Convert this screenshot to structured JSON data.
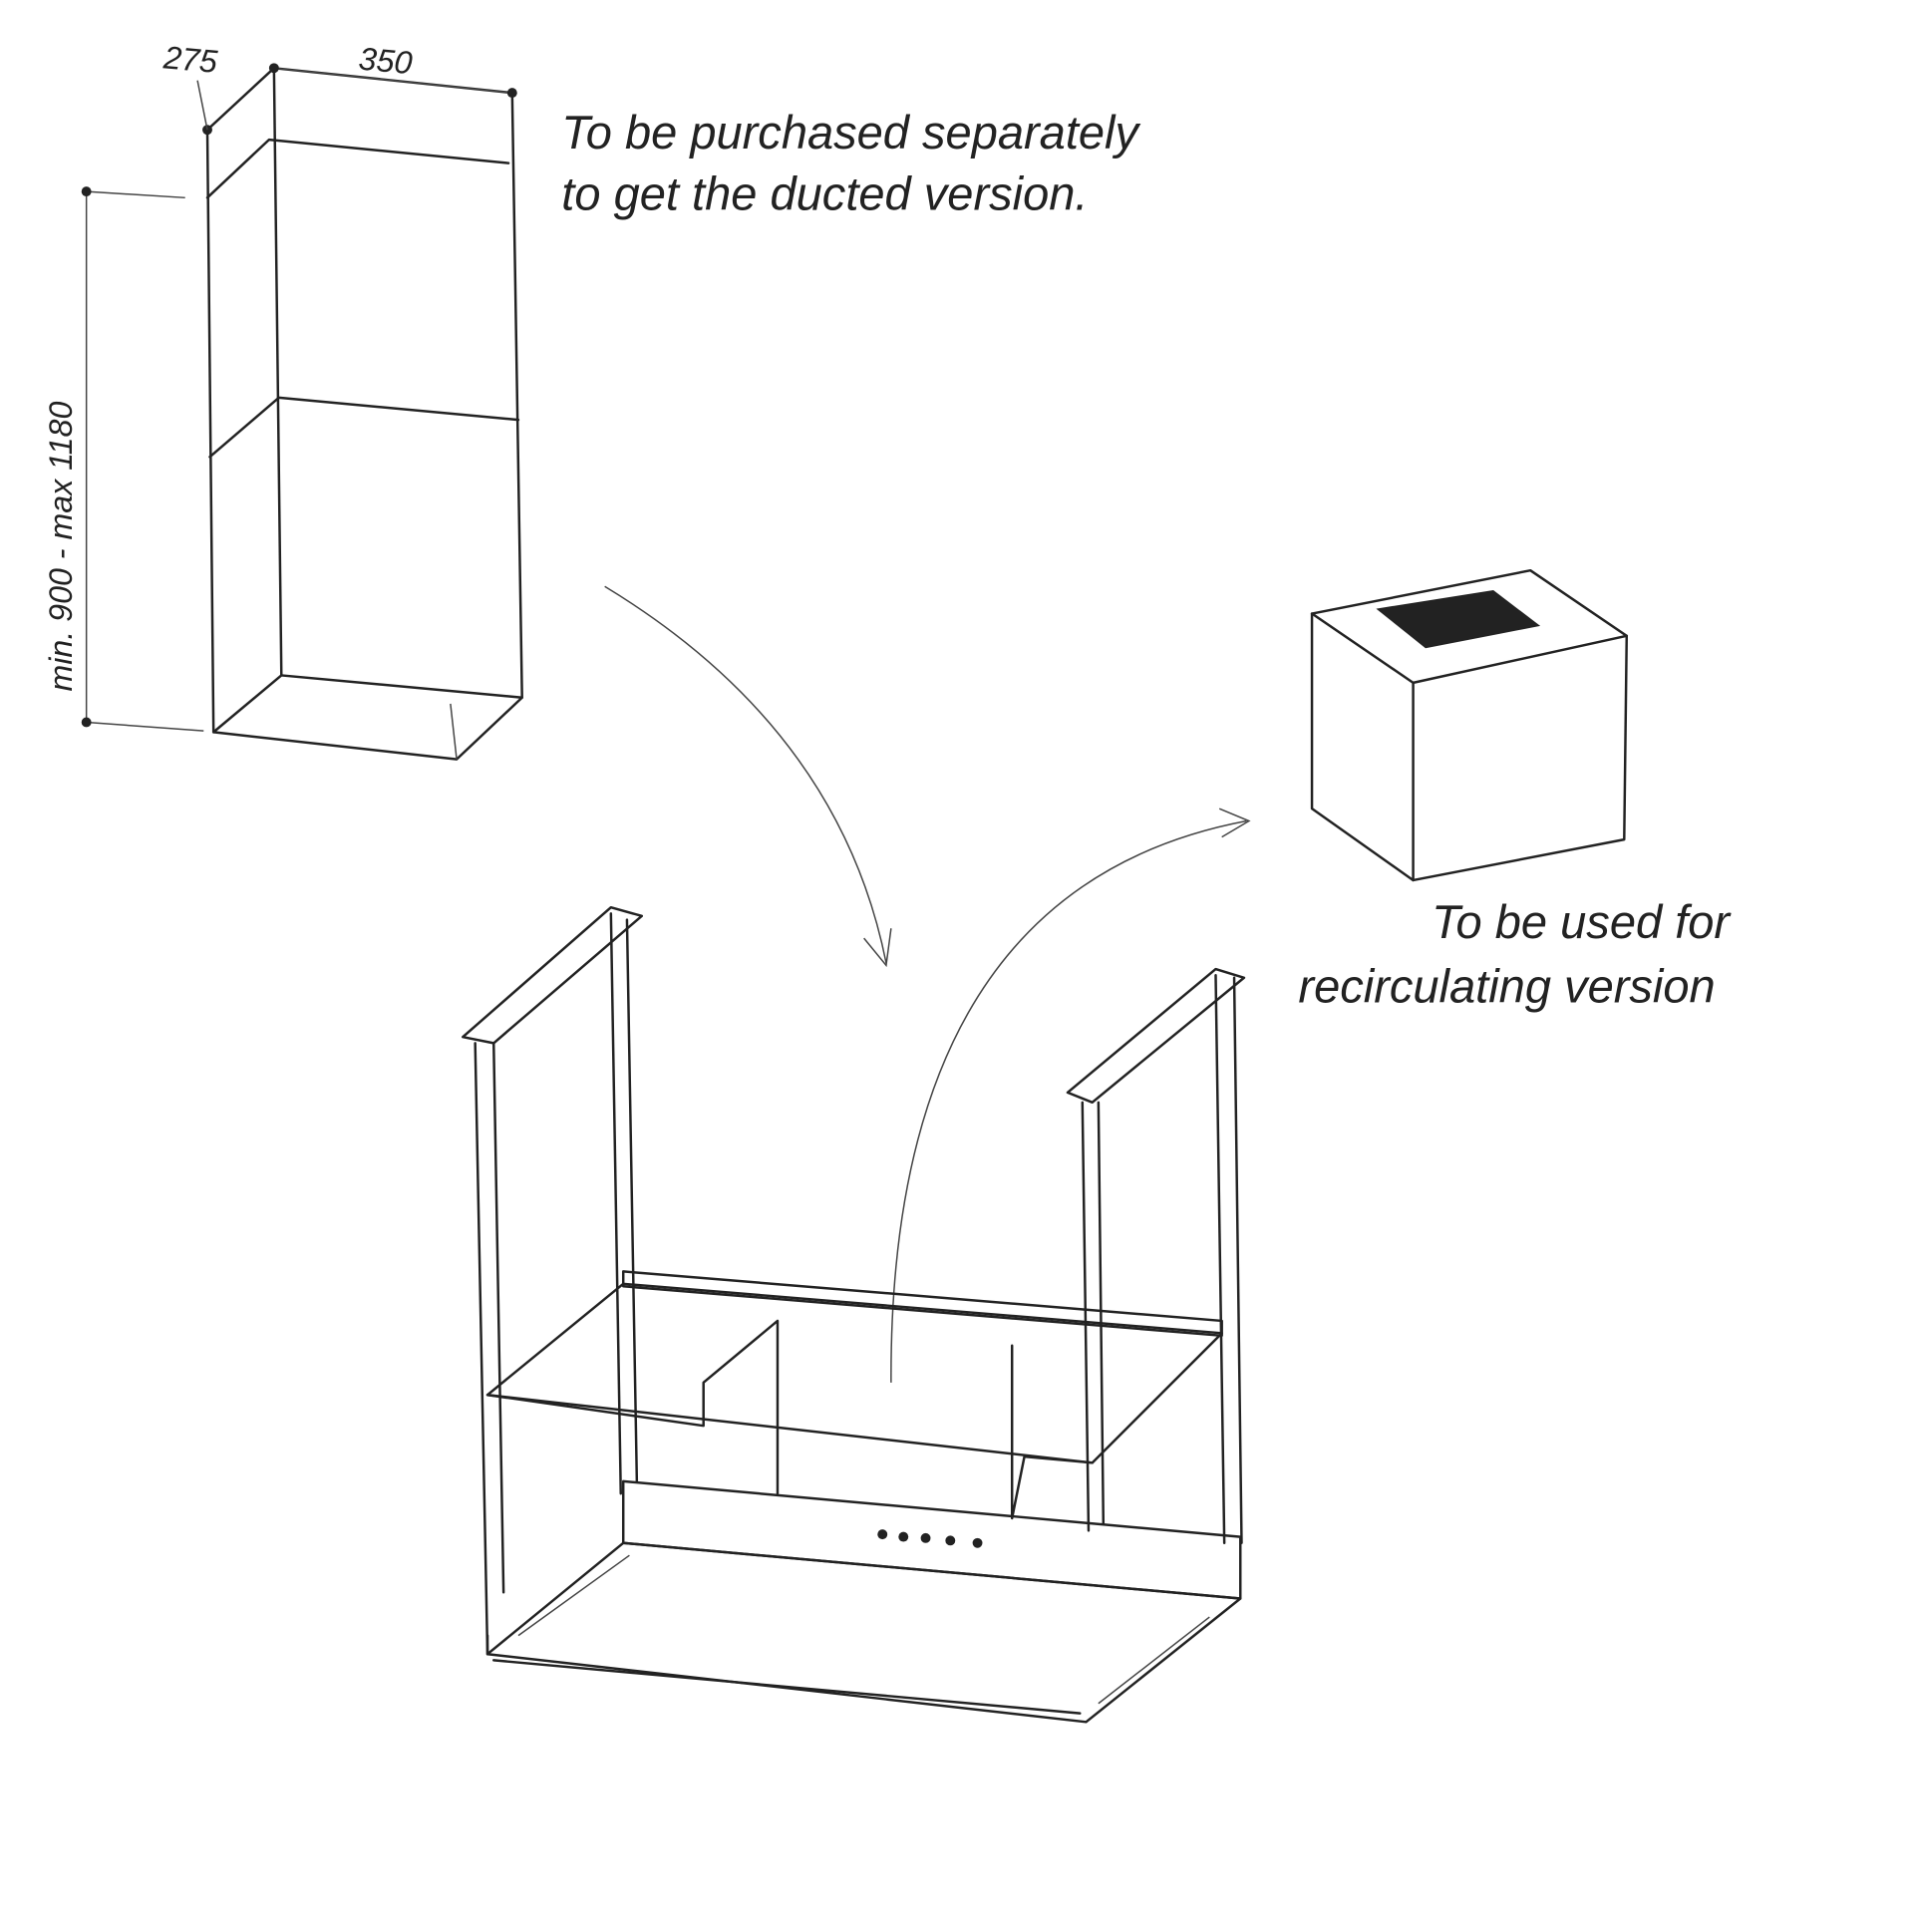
{
  "dimensions": {
    "depth": "275",
    "width": "350",
    "height_range": "min. 900 - max 1180"
  },
  "notes": {
    "chimney_line1": "To be purchased separately",
    "chimney_line2": "to get the ducted version.",
    "filter_line1": "To be used for",
    "filter_line2": "recirculating version"
  },
  "colors": {
    "line": "#222222",
    "background": "#ffffff"
  }
}
